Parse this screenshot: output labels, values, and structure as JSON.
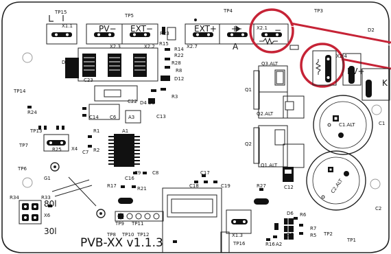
{
  "board": {
    "title": "PVB-XX v1.1.3",
    "headers": {
      "pv_minus": "PV−",
      "ext_minus": "EXT−",
      "ext_plus": "EXT+",
      "pv_plus": "PV+",
      "a": "A",
      "k": "K"
    },
    "designators": {
      "tp15": "TP15",
      "tp5": "TP5",
      "tp4": "TP4",
      "tp3": "TP3",
      "tp14": "TP14",
      "tp13": "TP13",
      "tp7": "TP7",
      "tp6": "TP6",
      "tp8": "TP8",
      "tp9": "TP9",
      "tp10": "TP10",
      "tp11": "TP11",
      "tp12": "TP12",
      "tp16": "TP16",
      "tp2": "TP2",
      "tp1": "TP1",
      "x11": "X1.1",
      "x23": "X2.3",
      "x22": "X2.2",
      "x27": "X2.7",
      "x21": "X2.1",
      "x24": "X2.4",
      "x13": "X1.3",
      "x4": "X4",
      "x6": "X6",
      "d2": "D2",
      "d1": "D1",
      "d6": "D6",
      "d7": "D7",
      "d12": "D12",
      "d4": "D4",
      "d5": "D5",
      "q1": "Q1",
      "q2": "Q2",
      "q3alt": "Q3.ALT",
      "q2alt": "Q2.ALT",
      "q1alt": "Q1.ALT",
      "c1": "C1",
      "c1alt": "C1.ALT",
      "c2": "C2",
      "c2alt": "C2.ALT",
      "c12": "C12",
      "c23": "C23",
      "c22": "C22",
      "c13": "C13",
      "c14": "C14",
      "c6": "C6",
      "c7": "C7",
      "c9": "C9",
      "c8": "C8",
      "c16": "C16",
      "c17": "C17",
      "c18": "C18",
      "c19": "C19",
      "a1": "A1",
      "a2": "A2",
      "a3": "A3",
      "g1": "G1",
      "r23": "R23",
      "r15": "R15",
      "r14": "R14",
      "r22": "R22",
      "r28": "R28",
      "r8": "R8",
      "r3": "R3",
      "r24": "R24",
      "r1": "R1",
      "r2": "R2",
      "r17": "R17",
      "r21": "R21",
      "r27": "R27",
      "r33": "R33",
      "r34": "R34",
      "r6": "R6",
      "r7": "R7",
      "r5": "R5",
      "r16": "R16",
      "r25": "R25",
      "mark_80l": "80l",
      "mark_30l": "30l"
    }
  }
}
